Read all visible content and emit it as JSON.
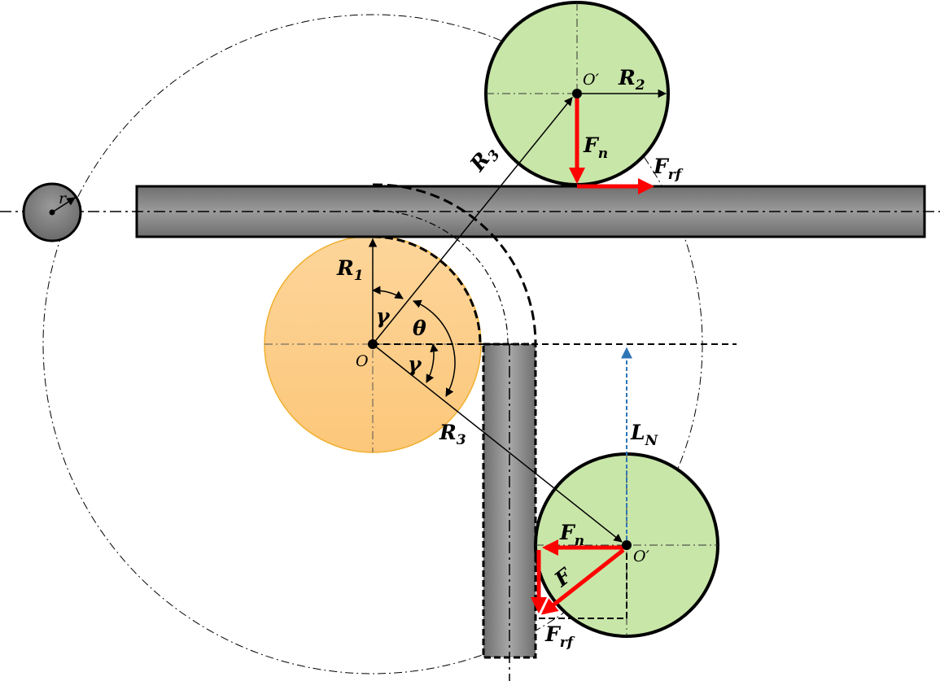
{
  "labels": {
    "r": "r",
    "O": "O",
    "O_prime_top": "O′",
    "O_prime_bottom": "O′",
    "R1_main": "R",
    "R1_sub": "1",
    "R2_main": "R",
    "R2_sub": "2",
    "R3_top_main": "R",
    "R3_top_sub": "3",
    "R3_bottom_main": "R",
    "R3_bottom_sub": "3",
    "gamma_top": "γ",
    "gamma_bottom": "γ",
    "theta": "θ",
    "Fn_top_main": "F",
    "Fn_top_sub": "n",
    "Frf_top_main": "F",
    "Frf_top_sub": "rf",
    "Fn_bottom_main": "F",
    "Fn_bottom_sub": "n",
    "Frf_bottom_main": "F",
    "Frf_bottom_sub": "rf",
    "F_diag_main": "F",
    "LN_main": "L",
    "LN_sub": "N"
  },
  "colors": {
    "tube_fill": "#7a7a7a",
    "tube_fill_light": "#9e9e9e",
    "bend_die": "#fdd08e",
    "bend_die_stroke": "#f0b030",
    "roller": "#c8e6a8",
    "force_arrow": "#ff0000",
    "LN_arrow": "#2e75b6"
  }
}
